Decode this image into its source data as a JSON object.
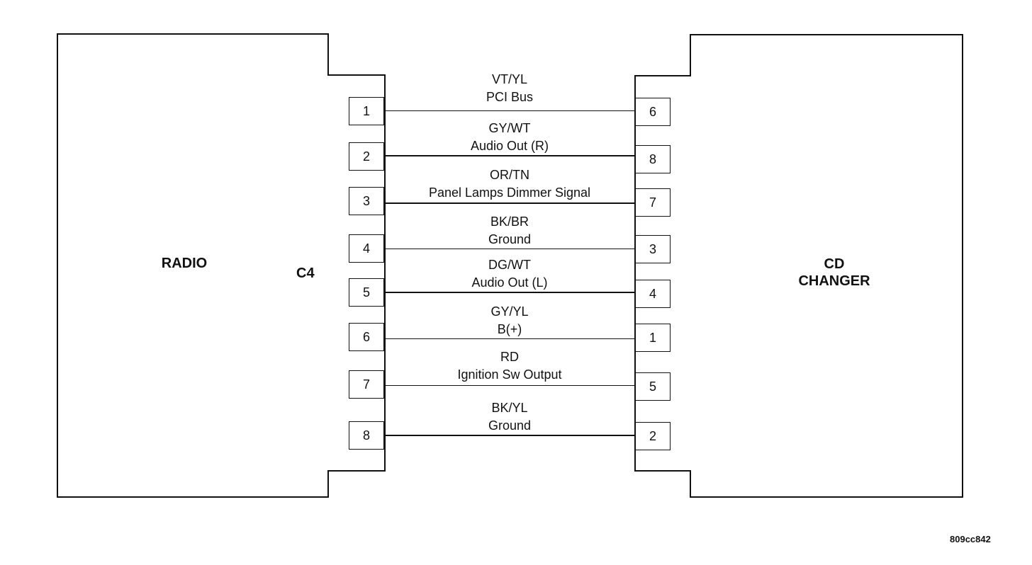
{
  "diagram": {
    "radio_label": "RADIO",
    "connector_label": "C4",
    "cd_label_line1": "CD",
    "cd_label_line2": "CHANGER",
    "figure_id": "809cc842"
  },
  "wires": [
    {
      "left_pin": "1",
      "right_pin": "6",
      "color_code": "VT/YL",
      "function": "PCI Bus"
    },
    {
      "left_pin": "2",
      "right_pin": "8",
      "color_code": "GY/WT",
      "function": "Audio Out (R)"
    },
    {
      "left_pin": "3",
      "right_pin": "7",
      "color_code": "OR/TN",
      "function": "Panel Lamps Dimmer Signal"
    },
    {
      "left_pin": "4",
      "right_pin": "3",
      "color_code": "BK/BR",
      "function": "Ground"
    },
    {
      "left_pin": "5",
      "right_pin": "4",
      "color_code": "DG/WT",
      "function": "Audio Out (L)"
    },
    {
      "left_pin": "6",
      "right_pin": "1",
      "color_code": "GY/YL",
      "function": "B(+)"
    },
    {
      "left_pin": "7",
      "right_pin": "5",
      "color_code": "RD",
      "function": "Ignition Sw Output"
    },
    {
      "left_pin": "8",
      "right_pin": "2",
      "color_code": "BK/YL",
      "function": "Ground"
    }
  ]
}
